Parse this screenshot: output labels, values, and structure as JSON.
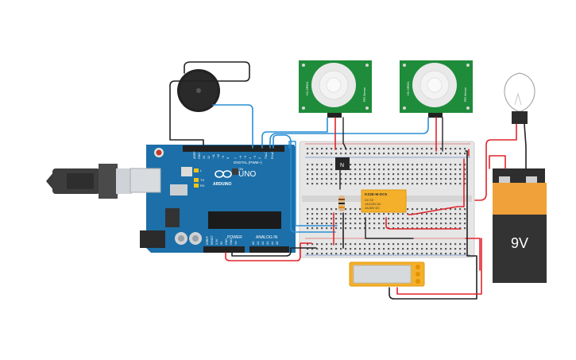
{
  "arduino": {
    "model": "UNO",
    "brand": "ARDUINO",
    "digital_label": "DIGITAL (PWM~)",
    "power_label": "POWER",
    "analog_label": "ANALOG IN",
    "aref": "AREF",
    "gnd": "GND",
    "led_l": "L",
    "led_tx": "TX",
    "led_rx": "RX",
    "on": "ON",
    "pin_13": "13",
    "pin_12": "12",
    "pin_11": "~11",
    "pin_10": "~10",
    "pin_9": "~9",
    "pin_8": "8",
    "pin_7": "7",
    "pin_6": "~6",
    "pin_5": "~5",
    "pin_4": "4",
    "pin_3": "~3",
    "pin_2": "2",
    "pin_1": "TX▸1",
    "pin_0": "RX◂0",
    "ioref": "IOREF",
    "reset": "RESET",
    "v33": "3.3V",
    "v5": "5V",
    "vin": "Vin",
    "a0": "A0",
    "a1": "A1",
    "a2": "A2",
    "a3": "A3",
    "a4": "A4",
    "a5": "A5"
  },
  "pir_sensor_1": {
    "label_a": "HC-SR501",
    "label_b": "PIR Sensor"
  },
  "pir_sensor_2": {
    "label_a": "HC-SR501",
    "label_b": "PIR Sensor"
  },
  "transistor": {
    "label": "N"
  },
  "relay": {
    "title": "KS2E-M-DC5",
    "line1": "DC 5V",
    "line2": "1A/125V AC",
    "line3": "2A/30V DC"
  },
  "battery": {
    "label": "9V"
  },
  "colors": {
    "wire_red": "#e0252b",
    "wire_black": "#222222",
    "wire_blue": "#2a8fd6",
    "arduino_blue": "#1c6fa8",
    "pcb_green": "#1e8c3a",
    "battery_orange": "#f0a13a",
    "battery_black": "#333333"
  }
}
